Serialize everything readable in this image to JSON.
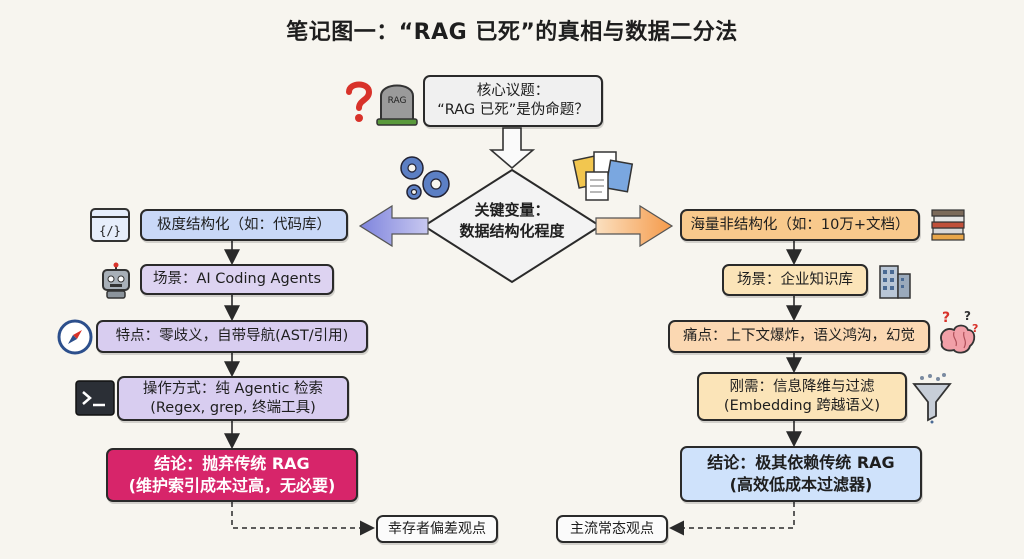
{
  "title": "笔记图一：“RAG 已死”的真相与数据二分法",
  "core_topic": "核心议题：\n“RAG 已死”是伪命题？",
  "tombstone_label": "RAG",
  "key_variable": "关键变量：\n数据结构化程度",
  "left": {
    "type": "极度结构化（如：代码库）",
    "scene": "场景：AI Coding Agents",
    "feature": "特点：零歧义，自带导航(AST/引用)",
    "method": "操作方式：纯 Agentic 检索\n(Regex, grep, 终端工具)",
    "conclusion": "结论：抛弃传统 RAG\n(维护索引成本过高，无必要)",
    "view": "幸存者偏差观点"
  },
  "right": {
    "type": "海量非结构化（如：10万+文档）",
    "scene": "场景：企业知识库",
    "pain": "痛点：上下文爆炸，语义鸿沟，幻觉",
    "need": "刚需：信息降维与过滤\n(Embedding 跨越语义)",
    "conclusion": "结论：极其依赖传统 RAG\n(高效低成本过滤器)",
    "view": "主流常态观点"
  },
  "icons": {
    "question": "question-mark-icon",
    "tombstone": "tombstone-icon",
    "gears": "gears-icon",
    "documents": "documents-icon",
    "code": "code-window-icon",
    "robot": "robot-icon",
    "compass": "compass-icon",
    "terminal": "terminal-icon",
    "stack": "document-stack-icon",
    "building": "building-icon",
    "brain": "brain-icon",
    "funnel": "funnel-icon"
  },
  "colors": {
    "left_arrow": "#8b8fe0",
    "right_arrow": "#f5a35a",
    "conclusion_left": "#d7256a"
  }
}
